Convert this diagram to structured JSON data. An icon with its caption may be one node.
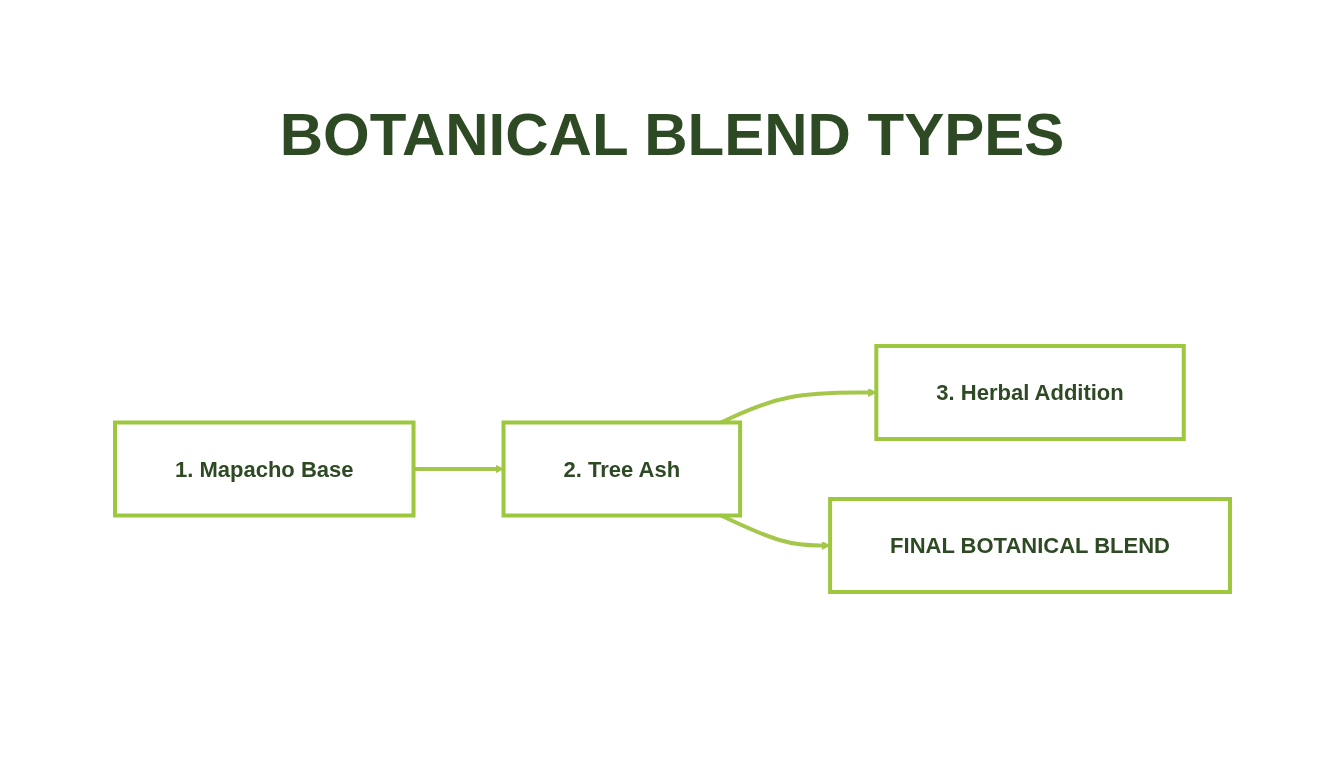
{
  "diagram": {
    "title": "BOTANICAL BLEND TYPES",
    "nodes": [
      {
        "text": [
          "1. Mapacho Base"
        ]
      },
      {
        "text": [
          "2. Tree Ash"
        ]
      },
      {
        "text": [
          "3. Herbal Addition"
        ]
      },
      {
        "text": [
          "FINAL BOTANICAL BLEND"
        ]
      }
    ],
    "edges": [
      {
        "from": 0,
        "to": 1,
        "arrow": "to"
      },
      {
        "from": 1,
        "to": 2,
        "arrow": "to"
      },
      {
        "from": 1,
        "to": 3,
        "arrow": "to"
      }
    ]
  }
}
